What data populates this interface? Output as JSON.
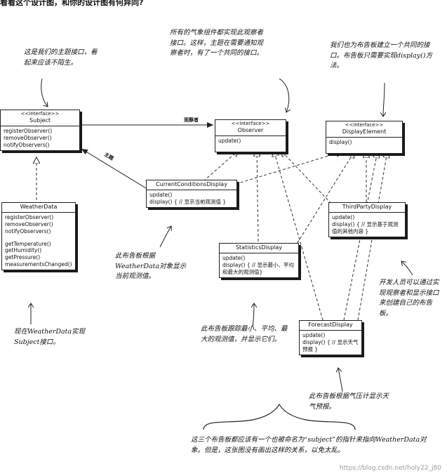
{
  "page_title": "看看这个设计图，和你的设计图有何异同?",
  "classes": {
    "subject": {
      "stereotype": "<<interface>>",
      "name": "Subject",
      "methods": [
        "registerObserver()",
        "removeObserver()",
        "notifyObservers()"
      ]
    },
    "observer": {
      "stereotype": "<<interface>>",
      "name": "Observer",
      "methods": [
        "update()"
      ]
    },
    "display_element": {
      "stereotype": "<<interface>>",
      "name": "DisplayElement",
      "methods": [
        "display()"
      ]
    },
    "weather_data": {
      "name": "WeatherData",
      "methods": [
        "registerObserver()",
        "removeObserver()",
        "notifyObservers()"
      ],
      "methods2": [
        "getTemperature()",
        "getHumidity()",
        "getPressure()",
        "measurementsChanged()"
      ]
    },
    "current_conditions": {
      "name": "CurrentConditionsDisplay",
      "methods": [
        "update()",
        "display() { // 显示当前观测值 }"
      ]
    },
    "statistics": {
      "name": "StatisticsDisplay",
      "methods": [
        "update()",
        "display() { // 显示最小、平均和最大的观测值}"
      ]
    },
    "third_party": {
      "name": "ThirdPartyDisplay",
      "methods": [
        "update()",
        "display() { // 显示基于观测值的其他内容 }"
      ]
    },
    "forecast": {
      "name": "ForecastDisplay",
      "methods": [
        "update()",
        "display() { // 显示天气预报 }"
      ]
    }
  },
  "relation_labels": {
    "observers": "观察者",
    "subject": "主题"
  },
  "notes": {
    "subject_note": "这是我们的主题接口，看起来应该不陌生。",
    "observer_note": "所有的气象组件都实现此观察者接口。这样，主题在需要通知观察者时，有了一个共同的接口。",
    "display_note": "我们也为布告板建立一个共同的接口。布告板只需要实现display()方法。",
    "current_note": "此布告板根据WeatherData对象显示当前观测值。",
    "weather_note": "现在WeatherData实现Subject接口。",
    "stats_note": "此布告板跟踪最小、平均、最大的观测值，并显示它们。",
    "third_note": "开发人员可以通过实现观察者和显示接口来创建自己的布告板。",
    "forecast_note": "此布告板根据气压计显示天气预报。",
    "bottom_note": "这三个布告板都应该有一个也被命名为“subject”的指针来指向WeatherData对象。但是，这张图没有画出这样的关系，以免太乱。"
  },
  "watermark": "https://blog.csdn.net/holy22_j80"
}
